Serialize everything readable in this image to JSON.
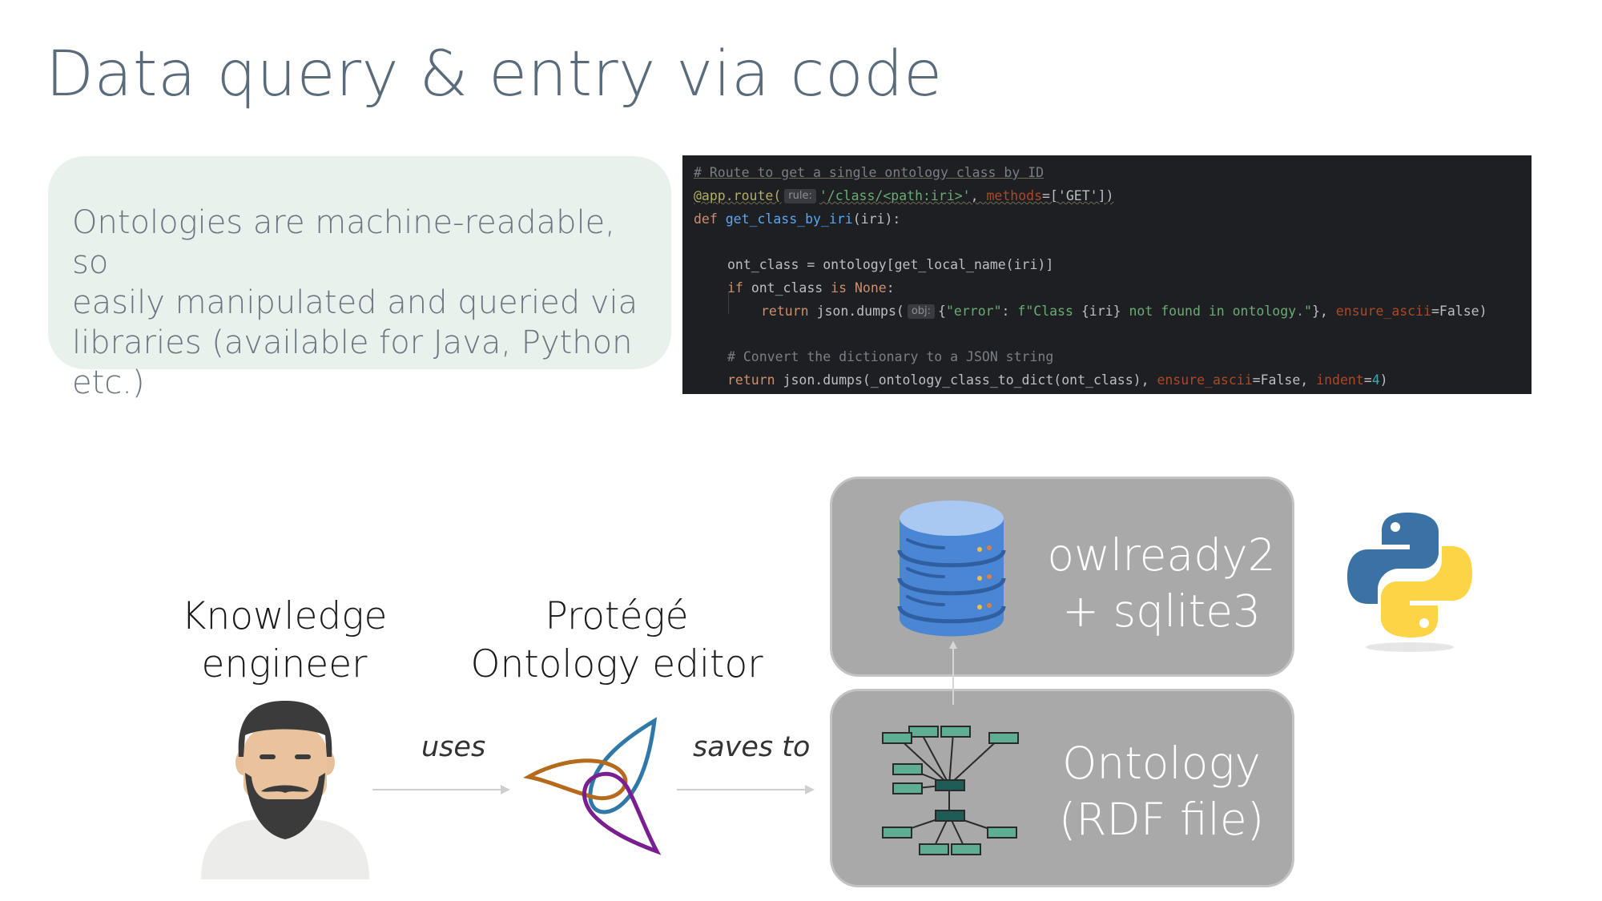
{
  "slide": {
    "title": "Data query & entry via code"
  },
  "callout": {
    "line1": "Ontologies are machine-readable, so",
    "line2": "easily manipulated and queried via",
    "line3": "libraries (available for Java, Python etc.)"
  },
  "code": {
    "comment1": "# Route to get a single ontology class by ID",
    "decorator": "@app.route(",
    "hint_rule": "rule:",
    "route_path": "'/class/<path:iri>'",
    "comma_methods": ", ",
    "methods_kw": "methods",
    "methods_val": "=['GET'])",
    "def_kw": "def ",
    "fn_name": "get_class_by_iri",
    "fn_args": "(iri):",
    "line_assign": "ont_class = ontology[get_local_name(iri)]",
    "if_kw": "if ",
    "if_rest_a": "ont_class ",
    "is_kw": "is ",
    "none_kw": "None",
    "colon": ":",
    "return_kw": "return ",
    "dumps_call": "json.dumps(",
    "hint_obj": "obj:",
    "dict_open": "{",
    "err_key": "\"error\"",
    "colon_space": ": ",
    "fstr_a": "f\"Class ",
    "fstr_var": "{iri}",
    "fstr_b": " not found in ontology.\"",
    "dict_close": "}, ",
    "ensure_ascii": "ensure_ascii",
    "eq_false_close": "=False)",
    "comment2": "# Convert the dictionary to a JSON string",
    "return2_call": "json.dumps(_ontology_class_to_dict(ont_class), ",
    "eq_false_comma": "=False, ",
    "indent_kw": "indent",
    "eq": "=",
    "indent_val": "4",
    "close_paren": ")"
  },
  "diagram": {
    "engineer_label_1": "Knowledge",
    "engineer_label_2": "engineer",
    "protege_label_1": "Protégé",
    "protege_label_2": "Ontology editor",
    "uses_label": "uses",
    "saves_to_label": "saves to",
    "db_box_line1": "owlready2",
    "db_box_line2": "+ sqlite3",
    "ontology_box_line1": "Ontology",
    "ontology_box_line2": "(RDF file)"
  },
  "colors": {
    "title": "#5a6b7b",
    "callout_bg": "#e8f1ec",
    "code_bg": "#1e1f22",
    "box_bg": "#a9a9a9",
    "python_blue": "#3b72a6",
    "python_yellow": "#fcd445",
    "db_blue": "#4a86d4",
    "graph_teal": "#5fae94"
  },
  "icons": {
    "person": "bearded-person-icon",
    "protege": "protege-logo-icon",
    "database": "database-icon",
    "graph": "rdf-graph-icon",
    "python": "python-logo-icon"
  }
}
